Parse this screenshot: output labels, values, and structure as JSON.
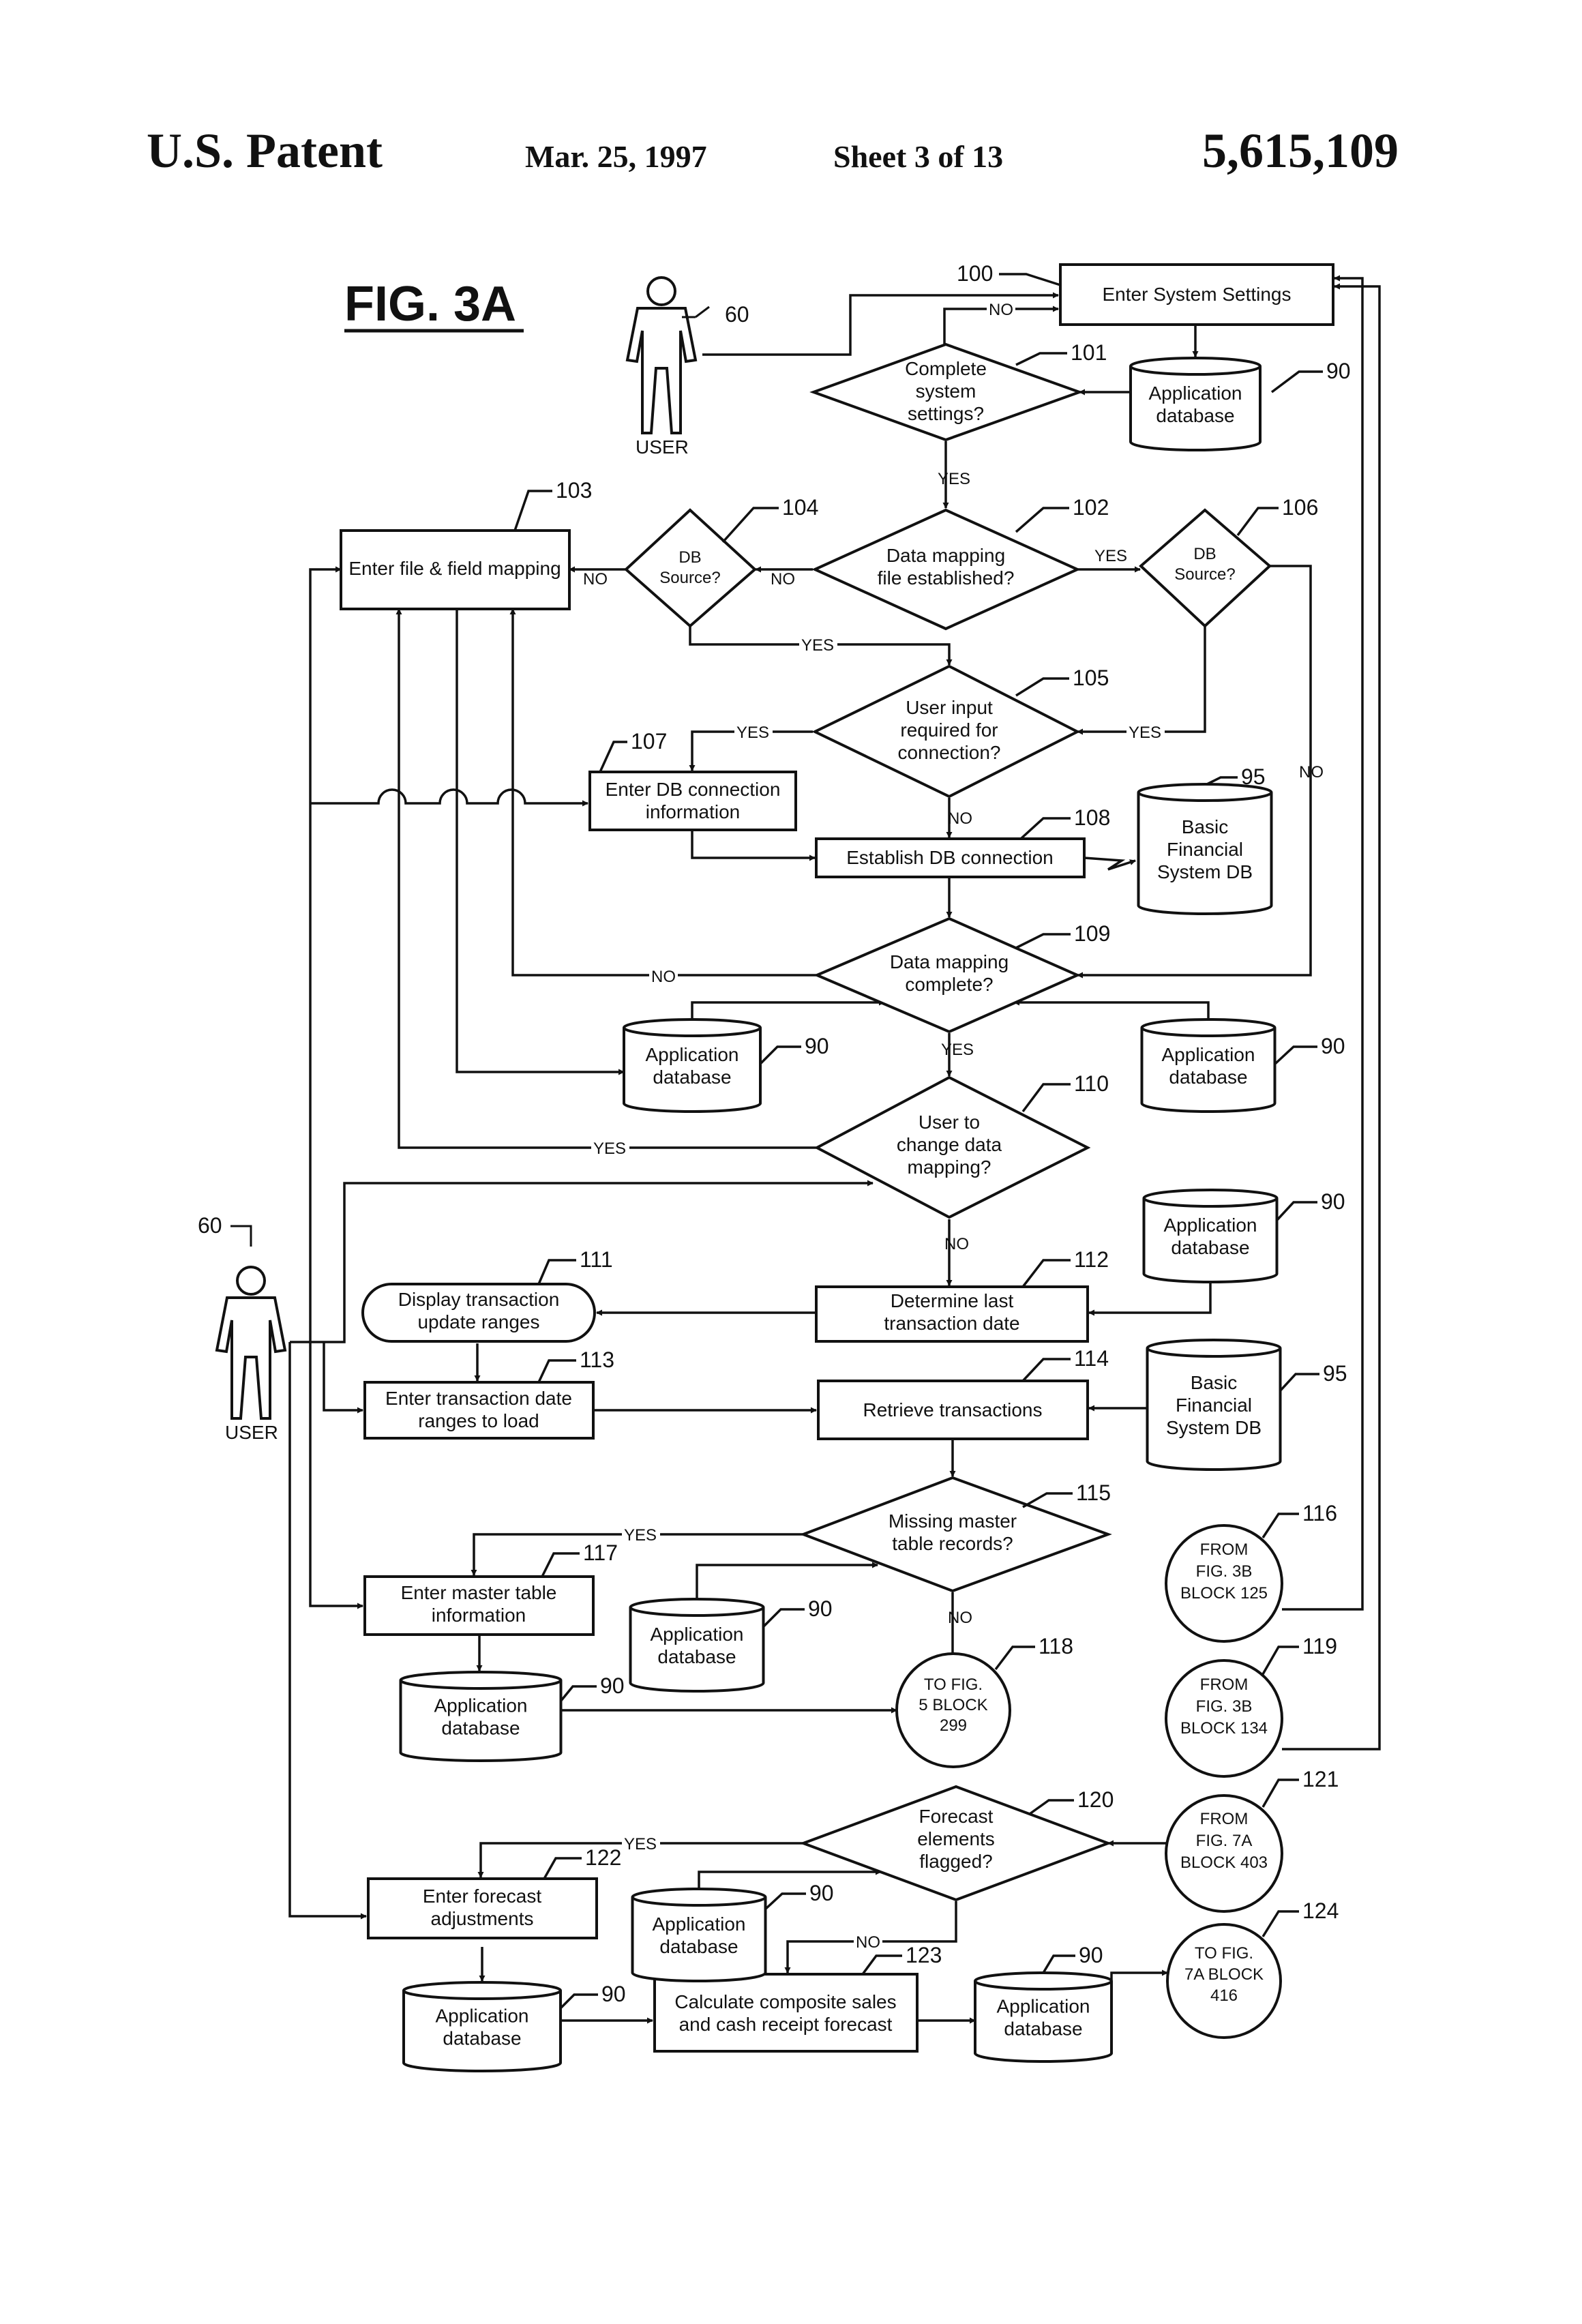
{
  "header": {
    "title": "U.S. Patent",
    "date": "Mar. 25, 1997",
    "sheet": "Sheet 3 of 13",
    "number": "5,615,109"
  },
  "figure": {
    "label": "FIG. 3A"
  },
  "users": {
    "top": {
      "ref": "60",
      "label": "USER"
    },
    "left": {
      "ref": "60",
      "label": "USER"
    }
  },
  "nodes": {
    "n100": {
      "ref": "100",
      "lines": [
        "Enter System Settings"
      ]
    },
    "n101": {
      "ref": "101",
      "lines": [
        "Complete",
        "system",
        "settings?"
      ]
    },
    "n102": {
      "ref": "102",
      "lines": [
        "Data mapping",
        "file established?"
      ]
    },
    "n103": {
      "ref": "103",
      "lines": [
        "Enter file & field mapping"
      ]
    },
    "n104": {
      "ref": "104",
      "lines": [
        "DB",
        "Source?"
      ]
    },
    "n105": {
      "ref": "105",
      "lines": [
        "User input",
        "required  for",
        "connection?"
      ]
    },
    "n106": {
      "ref": "106",
      "lines": [
        "DB",
        "Source?"
      ]
    },
    "n107": {
      "ref": "107",
      "lines": [
        "Enter DB connection",
        "information"
      ]
    },
    "n108": {
      "ref": "108",
      "lines": [
        "Establish DB connection"
      ]
    },
    "n109": {
      "ref": "109",
      "lines": [
        "Data mapping",
        "complete?"
      ]
    },
    "n110": {
      "ref": "110",
      "lines": [
        "User to",
        "change data",
        "mapping?"
      ]
    },
    "n111": {
      "ref": "111",
      "lines": [
        "Display transaction",
        "update ranges"
      ]
    },
    "n112": {
      "ref": "112",
      "lines": [
        "Determine last",
        "transaction date"
      ]
    },
    "n113": {
      "ref": "113",
      "lines": [
        "Enter transaction date",
        "ranges to load"
      ]
    },
    "n114": {
      "ref": "114",
      "lines": [
        "Retrieve transactions"
      ]
    },
    "n115": {
      "ref": "115",
      "lines": [
        "Missing master",
        "table records?"
      ]
    },
    "n116": {
      "ref": "116",
      "lines": [
        "FROM",
        "FIG. 3B",
        "BLOCK 125"
      ]
    },
    "n117": {
      "ref": "117",
      "lines": [
        "Enter master table",
        "information"
      ]
    },
    "n118": {
      "ref": "118",
      "lines": [
        "TO FIG.",
        "5 BLOCK",
        "299"
      ]
    },
    "n119": {
      "ref": "119",
      "lines": [
        "FROM",
        "FIG. 3B",
        "BLOCK 134"
      ]
    },
    "n120": {
      "ref": "120",
      "lines": [
        "Forecast",
        "elements",
        "flagged?"
      ]
    },
    "n121": {
      "ref": "121",
      "lines": [
        "FROM",
        "FIG. 7A",
        "BLOCK 403"
      ]
    },
    "n122": {
      "ref": "122",
      "lines": [
        "Enter forecast",
        "adjustments"
      ]
    },
    "n123": {
      "ref": "123",
      "lines": [
        "Calculate composite sales",
        "and cash receipt forecast"
      ]
    },
    "n124": {
      "ref": "124",
      "lines": [
        "TO FIG.",
        "7A BLOCK",
        "416"
      ]
    }
  },
  "databases": [
    {
      "id": "db-a",
      "ref": "90",
      "lines": [
        "Application",
        "database"
      ]
    },
    {
      "id": "db-b",
      "ref": "95",
      "lines": [
        "Basic",
        "Financial",
        "System DB"
      ]
    },
    {
      "id": "db-c",
      "ref": "90",
      "lines": [
        "Application",
        "database"
      ]
    },
    {
      "id": "db-d",
      "ref": "90",
      "lines": [
        "Application",
        "database"
      ]
    },
    {
      "id": "db-e",
      "ref": "90",
      "lines": [
        "Application",
        "database"
      ]
    },
    {
      "id": "db-f",
      "ref": "95",
      "lines": [
        "Basic",
        "Financial",
        "System DB"
      ]
    },
    {
      "id": "db-g",
      "ref": "90",
      "lines": [
        "Application",
        "database"
      ]
    },
    {
      "id": "db-h",
      "ref": "90",
      "lines": [
        "Application",
        "database"
      ]
    },
    {
      "id": "db-i",
      "ref": "90",
      "lines": [
        "Application",
        "database"
      ]
    },
    {
      "id": "db-j",
      "ref": "90",
      "lines": [
        "Application",
        "database"
      ]
    },
    {
      "id": "db-k",
      "ref": "90",
      "lines": [
        "Application",
        "database"
      ]
    }
  ],
  "labels": {
    "yes": "YES",
    "no": "NO"
  }
}
